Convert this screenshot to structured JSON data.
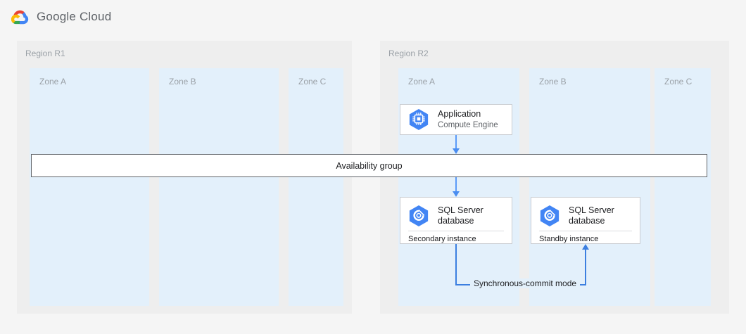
{
  "header": {
    "brand": "Google Cloud",
    "logo_icon": "google-cloud-logo"
  },
  "colors": {
    "page_background": "#f5f5f5",
    "region_background": "#eeeeee",
    "zone_background": "#e3f0fb",
    "card_background": "#ffffff",
    "card_border": "#c9ccd1",
    "label_text": "#9aa0a6",
    "body_text": "#202124",
    "connector_blue": "#4a8df0",
    "icon_blue": "#4285f4",
    "availability_bar_border": "#5f6368"
  },
  "regions": [
    {
      "id": "r1",
      "label": "Region R1",
      "zones": [
        {
          "id": "r1-zone-a",
          "label": "Zone A"
        },
        {
          "id": "r1-zone-b",
          "label": "Zone B"
        },
        {
          "id": "r1-zone-c",
          "label": "Zone C"
        }
      ]
    },
    {
      "id": "r2",
      "label": "Region R2",
      "zones": [
        {
          "id": "r2-zone-a",
          "label": "Zone A"
        },
        {
          "id": "r2-zone-b",
          "label": "Zone B"
        },
        {
          "id": "r2-zone-c",
          "label": "Zone C"
        }
      ]
    }
  ],
  "nodes": {
    "application": {
      "title": "Application",
      "subtitle": "Compute Engine",
      "icon": "compute-engine-icon"
    },
    "secondary_db": {
      "title": "SQL Server\ndatabase",
      "footer": "Secondary instance",
      "icon": "cloud-sql-icon"
    },
    "standby_db": {
      "title": "SQL Server\ndatabase",
      "footer": "Standby instance",
      "icon": "cloud-sql-icon"
    }
  },
  "availability_group": {
    "label": "Availability group"
  },
  "connectors": {
    "app_to_ag": {
      "direction": "down"
    },
    "ag_to_secondary": {
      "direction": "down"
    },
    "sync_commit": {
      "label": "Synchronous-commit mode",
      "direction": "up"
    }
  }
}
